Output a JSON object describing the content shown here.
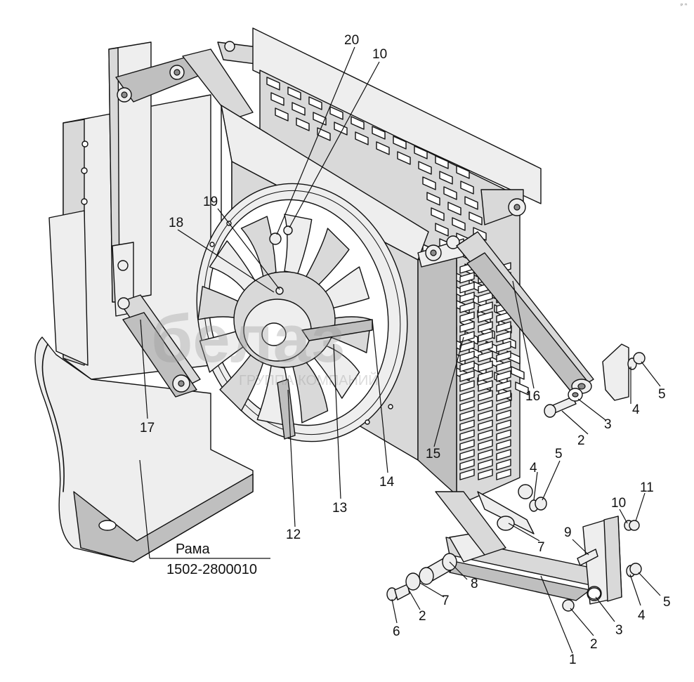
{
  "diagram": {
    "frame_label": "Рама",
    "frame_code": "1502-2800010",
    "callouts": [
      "1",
      "2",
      "2",
      "2",
      "3",
      "3",
      "4",
      "4",
      "4",
      "5",
      "5",
      "5",
      "6",
      "7",
      "7",
      "8",
      "9",
      "10",
      "10",
      "11",
      "12",
      "13",
      "14",
      "15",
      "16",
      "17",
      "18",
      "19",
      "20"
    ],
    "watermark": {
      "brand": "белаз",
      "tagline": "ГРУППА КОМПАНИЙ"
    },
    "corner_mark": "ᵖ ⁿ"
  }
}
